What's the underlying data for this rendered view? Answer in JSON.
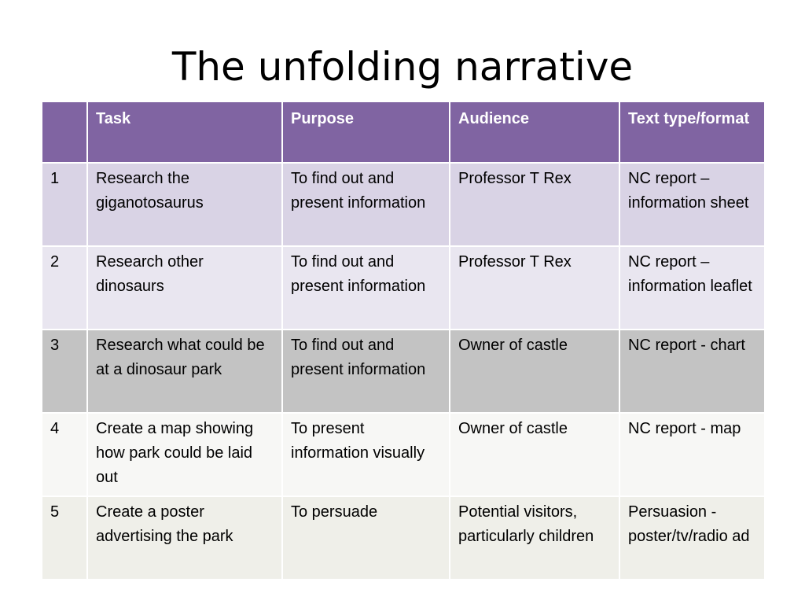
{
  "title": "The unfolding narrative",
  "table": {
    "headers": [
      "",
      "Task",
      "Purpose",
      "Audience",
      "Text type/format"
    ],
    "rows": [
      {
        "num": "1",
        "task": "Research the giganotosaurus",
        "purpose": "To find out and present information",
        "audience": "Professor T Rex",
        "type": "NC report – information sheet"
      },
      {
        "num": "2",
        "task": "Research other dinosaurs",
        "purpose": "To find out and present information",
        "audience": "Professor T Rex",
        "type": "NC report – information leaflet"
      },
      {
        "num": "3",
        "task": "Research what could be at a dinosaur park",
        "purpose": "To find out and present information",
        "audience": "Owner of castle",
        "type": "NC report - chart"
      },
      {
        "num": "4",
        "task": "Create a map showing how park could be laid out",
        "purpose": "To present information visually",
        "audience": "Owner of castle",
        "type": "NC report - map"
      },
      {
        "num": "5",
        "task": "Create a poster advertising the park",
        "purpose": "To persuade",
        "audience": "Potential visitors, particularly children",
        "type": "Persuasion - poster/tv/radio ad"
      }
    ]
  },
  "colors": {
    "header_bg": "#8064a2",
    "header_text": "#ffffff",
    "row1_bg": "#d9d3e5",
    "row2_bg": "#e9e6f0",
    "row3_bg": "#c3c3c3",
    "row4_bg": "#f7f7f5",
    "row5_bg": "#efefe9"
  }
}
